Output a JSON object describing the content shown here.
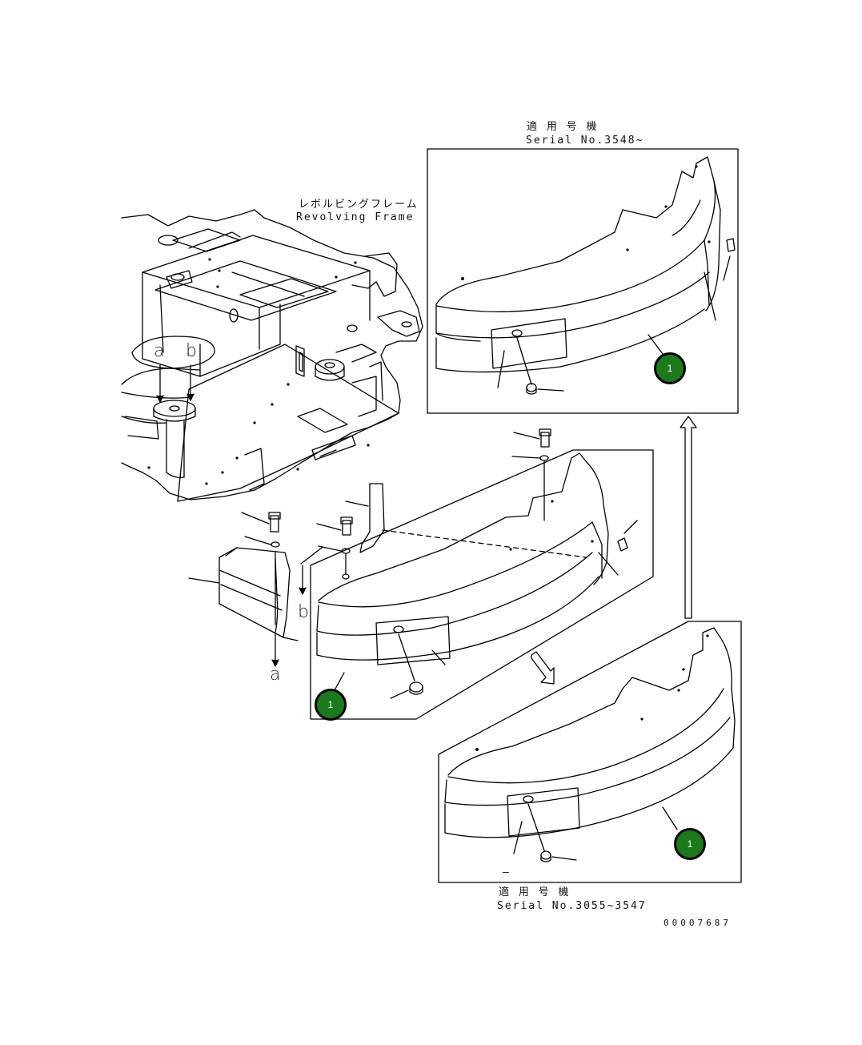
{
  "labels": {
    "frame_jp": "レボルビングフレーム",
    "frame_en": "Revolving Frame",
    "top_serial_jp": "適 用 号 機",
    "top_serial_en": "Serial No.3548~",
    "bottom_serial_jp": "適 用 号 機",
    "bottom_serial_en": "Serial No.3055~3547",
    "drawing_number": "00007687",
    "letter_a": "a",
    "letter_b": "b",
    "dash": "–"
  },
  "callouts": [
    {
      "text": "1"
    },
    {
      "text": "1"
    },
    {
      "text": "1"
    }
  ],
  "colors": {
    "callout_fill": "#1c7a1c",
    "line": "#000000"
  }
}
